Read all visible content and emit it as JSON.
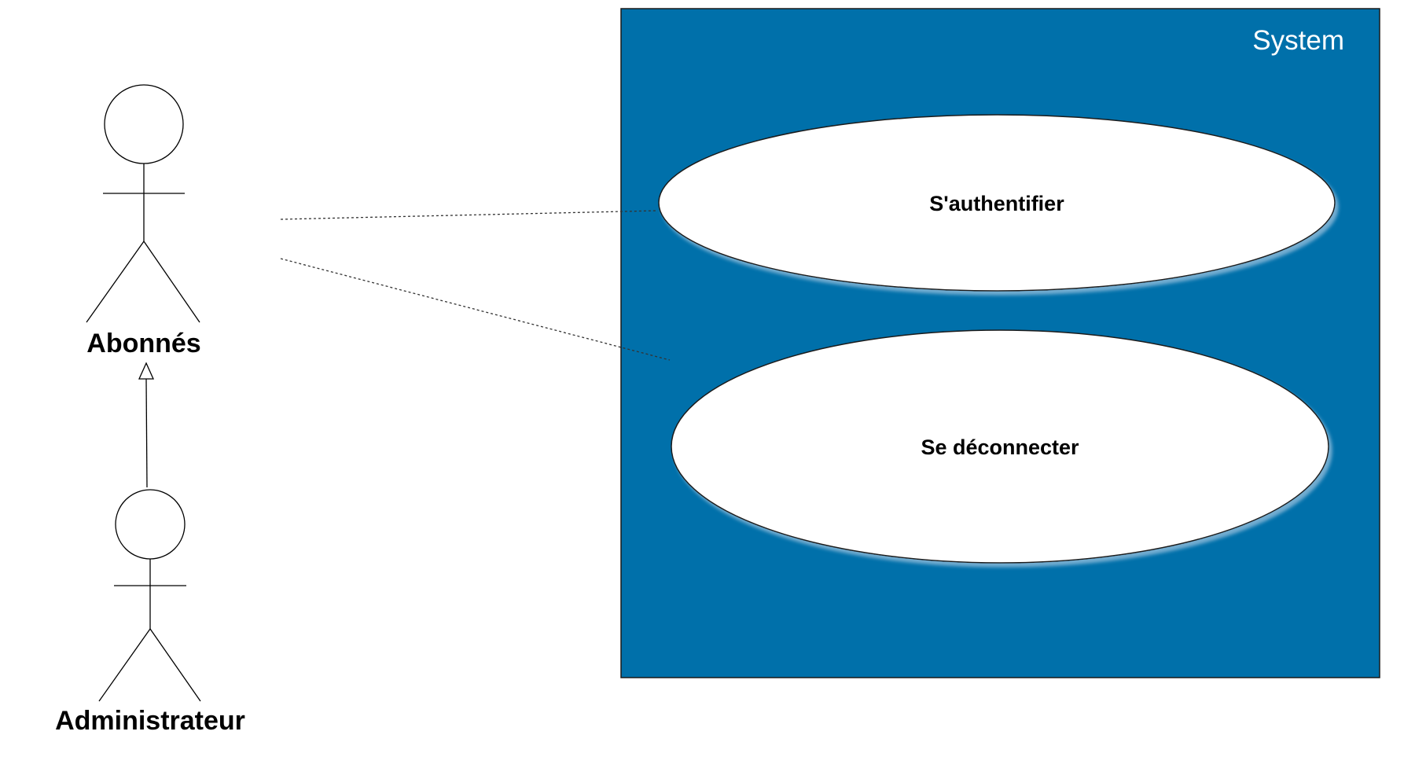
{
  "diagram": {
    "type": "uml-use-case",
    "system": {
      "label": "System",
      "fill_color": "#0070aa"
    },
    "actors": [
      {
        "id": "abonnes",
        "label": "Abonnés"
      },
      {
        "id": "administrateur",
        "label": "Administrateur"
      }
    ],
    "use_cases": [
      {
        "id": "authentifier",
        "label": "S'authentifier"
      },
      {
        "id": "deconnecter",
        "label": "Se déconnecter"
      }
    ],
    "relations": [
      {
        "from": "abonnes",
        "to": "authentifier",
        "kind": "association",
        "style": "dashed"
      },
      {
        "from": "abonnes",
        "to": "deconnecter",
        "kind": "association",
        "style": "dashed"
      },
      {
        "from": "administrateur",
        "to": "abonnes",
        "kind": "generalization"
      }
    ]
  }
}
